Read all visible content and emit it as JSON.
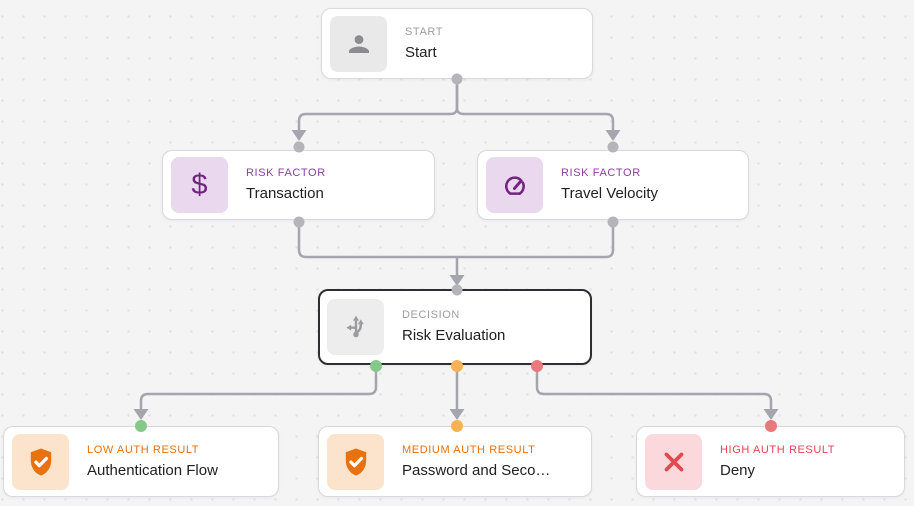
{
  "colors": {
    "canvas_bg": "#f4f4f5",
    "grid_dot": "#dfdfe2",
    "connector": "#a5a5ad",
    "port_gray": "#b5b5b9",
    "port_green": "#85c98a",
    "port_orange": "#f7b254",
    "port_red": "#e8797d",
    "accent_purple": "#8e3f9e",
    "accent_orange": "#e8710a",
    "accent_red": "#ee4353"
  },
  "nodes": [
    {
      "id": "start",
      "kicker": "START",
      "title": "Start",
      "icon": "person-icon"
    },
    {
      "id": "transaction",
      "kicker": "RISK FACTOR",
      "title": "Transaction",
      "icon": "dollar-icon",
      "icon_glyph": "$"
    },
    {
      "id": "travel-velocity",
      "kicker": "RISK FACTOR",
      "title": "Travel Velocity",
      "icon": "gauge-icon"
    },
    {
      "id": "risk-evaluation",
      "kicker": "DECISION",
      "title": "Risk Evaluation",
      "icon": "branch-arrows-icon",
      "selected": true
    },
    {
      "id": "authentication-flow",
      "kicker": "LOW AUTH RESULT",
      "title": "Authentication Flow",
      "icon": "shield-check-icon"
    },
    {
      "id": "password-second-factor",
      "kicker": "MEDIUM AUTH RESULT",
      "title": "Password and Seco…",
      "icon": "shield-check-icon"
    },
    {
      "id": "deny",
      "kicker": "HIGH AUTH RESULT",
      "title": "Deny",
      "icon": "x-icon"
    }
  ],
  "edges": [
    {
      "from": "start",
      "to": "transaction",
      "branch": "default"
    },
    {
      "from": "start",
      "to": "travel-velocity",
      "branch": "default"
    },
    {
      "from": "transaction",
      "to": "risk-evaluation",
      "branch": "default"
    },
    {
      "from": "travel-velocity",
      "to": "risk-evaluation",
      "branch": "default"
    },
    {
      "from": "risk-evaluation",
      "to": "authentication-flow",
      "branch": "low"
    },
    {
      "from": "risk-evaluation",
      "to": "password-second-factor",
      "branch": "medium"
    },
    {
      "from": "risk-evaluation",
      "to": "deny",
      "branch": "high"
    }
  ]
}
